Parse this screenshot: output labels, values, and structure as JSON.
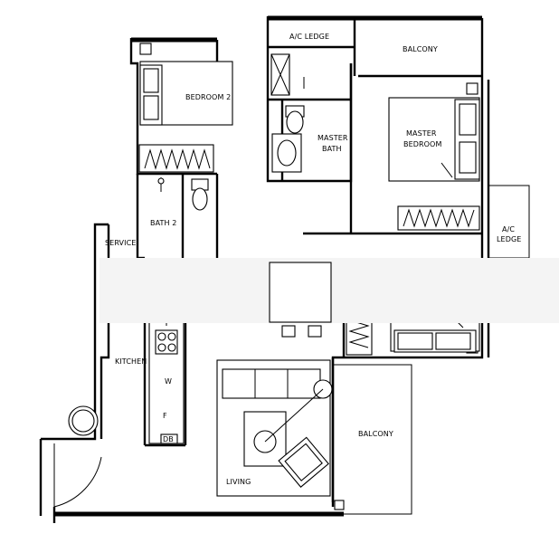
{
  "labels": {
    "ac_ledge_top": "A/C LEDGE",
    "balcony_top": "BALCONY",
    "bedroom2": "BEDROOM 2",
    "master_bedroom_l1": "MASTER",
    "master_bedroom_l2": "BEDROOM",
    "master_bath_l1": "MASTER",
    "master_bath_l2": "BATH",
    "bath2": "BATH 2",
    "ac_ledge_right_l1": "A/C",
    "ac_ledge_right_l2": "LEDGE",
    "service": "SERVICE",
    "kitchen": "KITCHEN",
    "balcony_bottom": "BALCONY",
    "living": "LIVING",
    "washer": "W",
    "fridge": "F",
    "db": "DB"
  }
}
